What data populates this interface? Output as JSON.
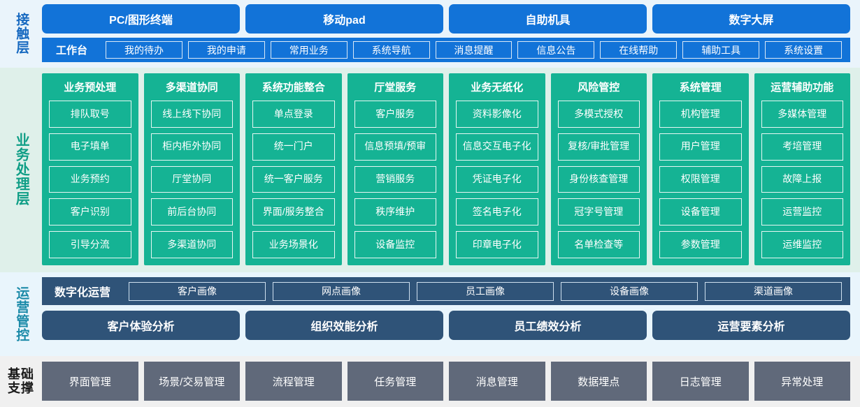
{
  "contact_layer": {
    "label": "接触层",
    "channels": [
      "PC/图形终端",
      "移动pad",
      "自助机具",
      "数字大屏"
    ],
    "workbench_title": "工作台",
    "workbench_items": [
      "我的待办",
      "我的申请",
      "常用业务",
      "系统导航",
      "消息提醒",
      "信息公告",
      "在线帮助",
      "辅助工具",
      "系统设置"
    ]
  },
  "business_layer": {
    "label": "业务处理层",
    "columns": [
      {
        "title": "业务预处理",
        "items": [
          "排队取号",
          "电子填单",
          "业务预约",
          "客户识别",
          "引导分流"
        ]
      },
      {
        "title": "多渠道协同",
        "items": [
          "线上线下协同",
          "柜内柜外协同",
          "厅堂协同",
          "前后台协同",
          "多渠道协同"
        ]
      },
      {
        "title": "系统功能整合",
        "items": [
          "单点登录",
          "统一门户",
          "统一客户服务",
          "界面/服务整合",
          "业务场景化"
        ]
      },
      {
        "title": "厅堂服务",
        "items": [
          "客户服务",
          "信息预填/预审",
          "营销服务",
          "秩序维护",
          "设备监控"
        ]
      },
      {
        "title": "业务无纸化",
        "items": [
          "资料影像化",
          "信息交互电子化",
          "凭证电子化",
          "签名电子化",
          "印章电子化"
        ]
      },
      {
        "title": "风险管控",
        "items": [
          "多模式授权",
          "复核/审批管理",
          "身份核查管理",
          "冠字号管理",
          "名单检查等"
        ]
      },
      {
        "title": "系统管理",
        "items": [
          "机构管理",
          "用户管理",
          "权限管理",
          "设备管理",
          "参数管理"
        ]
      },
      {
        "title": "运营辅助功能",
        "items": [
          "多媒体管理",
          "考培管理",
          "故障上报",
          "运营监控",
          "运维监控"
        ]
      }
    ]
  },
  "ops_layer": {
    "label": "运营管控",
    "digital_ops_title": "数字化运营",
    "portraits": [
      "客户画像",
      "网点画像",
      "员工画像",
      "设备画像",
      "渠道画像"
    ],
    "analyses": [
      "客户体验分析",
      "组织效能分析",
      "员工绩效分析",
      "运营要素分析"
    ]
  },
  "foundation_layer": {
    "label_line1": "基础",
    "label_line2": "支撑",
    "items": [
      "界面管理",
      "场景/交易管理",
      "流程管理",
      "任务管理",
      "消息管理",
      "数据埋点",
      "日志管理",
      "异常处理"
    ]
  },
  "colors": {
    "contact_band": "#eaf4fb",
    "contact_accent": "#1273d8",
    "business_band": "#dff0ea",
    "business_accent": "#15b394",
    "ops_band": "#e9f5fc",
    "ops_accent": "#2f5378",
    "foundation_band": "#f0f0f0",
    "foundation_accent": "#60697a"
  }
}
